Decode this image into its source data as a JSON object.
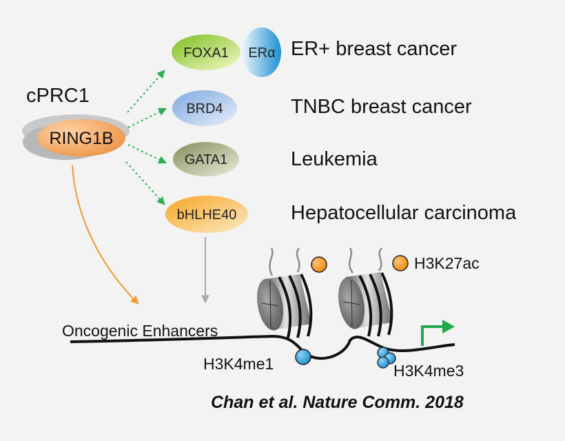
{
  "complex": {
    "name": "cPRC1",
    "subunit": "RING1B"
  },
  "factors": [
    {
      "label": "FOXA1",
      "partner": "ERα",
      "disease": "ER+ breast cancer"
    },
    {
      "label": "BRD4",
      "partner": "",
      "disease": "TNBC breast cancer"
    },
    {
      "label": "GATA1",
      "partner": "",
      "disease": "Leukemia"
    },
    {
      "label": "bHLHE40",
      "partner": "",
      "disease": "Hepatocellular carcinoma"
    }
  ],
  "chromatin": {
    "enhancer_label": "Oncogenic Enhancers",
    "mark_acetyl": "H3K27ac",
    "mark_me1": "H3K4me1",
    "mark_me3": "H3K4me3"
  },
  "citation": "Chan et al. Nature Comm. 2018",
  "colors": {
    "background": "#f3f3f3",
    "ring1b": "#f0a35c",
    "cprc1_shadow": "#b8b8b8",
    "foxa1": "#9fcf3a",
    "era": "#2f9fd8",
    "brd4": "#9dbde6",
    "gata1": "#a2ad82",
    "bhlhe40": "#f5b545",
    "green_arrow": "#2fae55",
    "orange_arrow": "#ee9a2e",
    "gray_arrow": "#a9a9a9",
    "h3k27ac_dot": "#f39a1e",
    "h3k4me_dot": "#2a9fd8",
    "tss_arrow": "#1faa4e"
  }
}
